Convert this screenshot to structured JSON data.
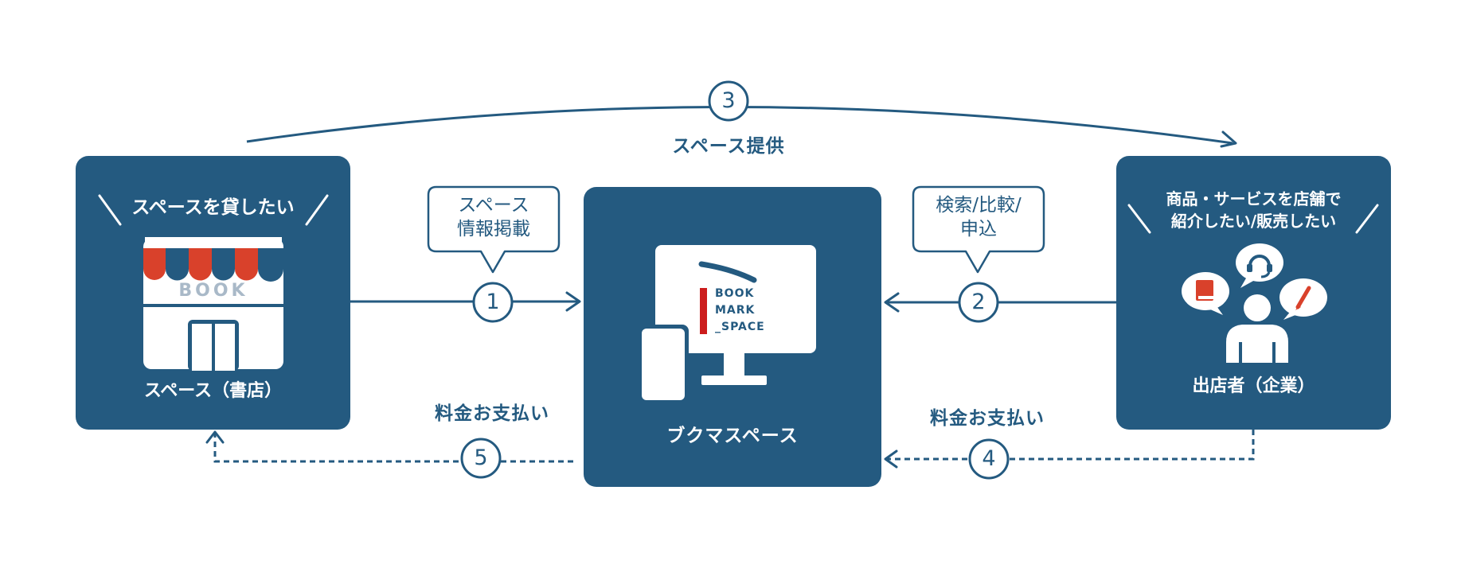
{
  "colors": {
    "primary": "#245a80",
    "accent": "#d9412b",
    "white": "#ffffff",
    "sign_gray": "#a9b9c8"
  },
  "left": {
    "tagline": "スペースを貸したい",
    "sign": "BOOK",
    "label": "スペース（書店）",
    "icon": "bookstore-icon"
  },
  "center": {
    "label": "ブクマスペース",
    "logo_lines": [
      "BOOK",
      "MARK",
      "_SPACE"
    ],
    "icon": "monitor-phone-icon"
  },
  "right": {
    "tagline_lines": [
      "商品・サービスを店舗で",
      "紹介したい/販売したい"
    ],
    "label": "出店者（企業）",
    "icon": "exhibitor-person-icon"
  },
  "steps": [
    {
      "num": "1",
      "bubble_lines": [
        "スペース",
        "情報掲載"
      ]
    },
    {
      "num": "2",
      "bubble_lines": [
        "検索/比較/",
        "申込"
      ]
    },
    {
      "num": "3",
      "label": "スペース提供"
    },
    {
      "num": "4",
      "label": "料金お支払い"
    },
    {
      "num": "5",
      "label": "料金お支払い"
    }
  ]
}
